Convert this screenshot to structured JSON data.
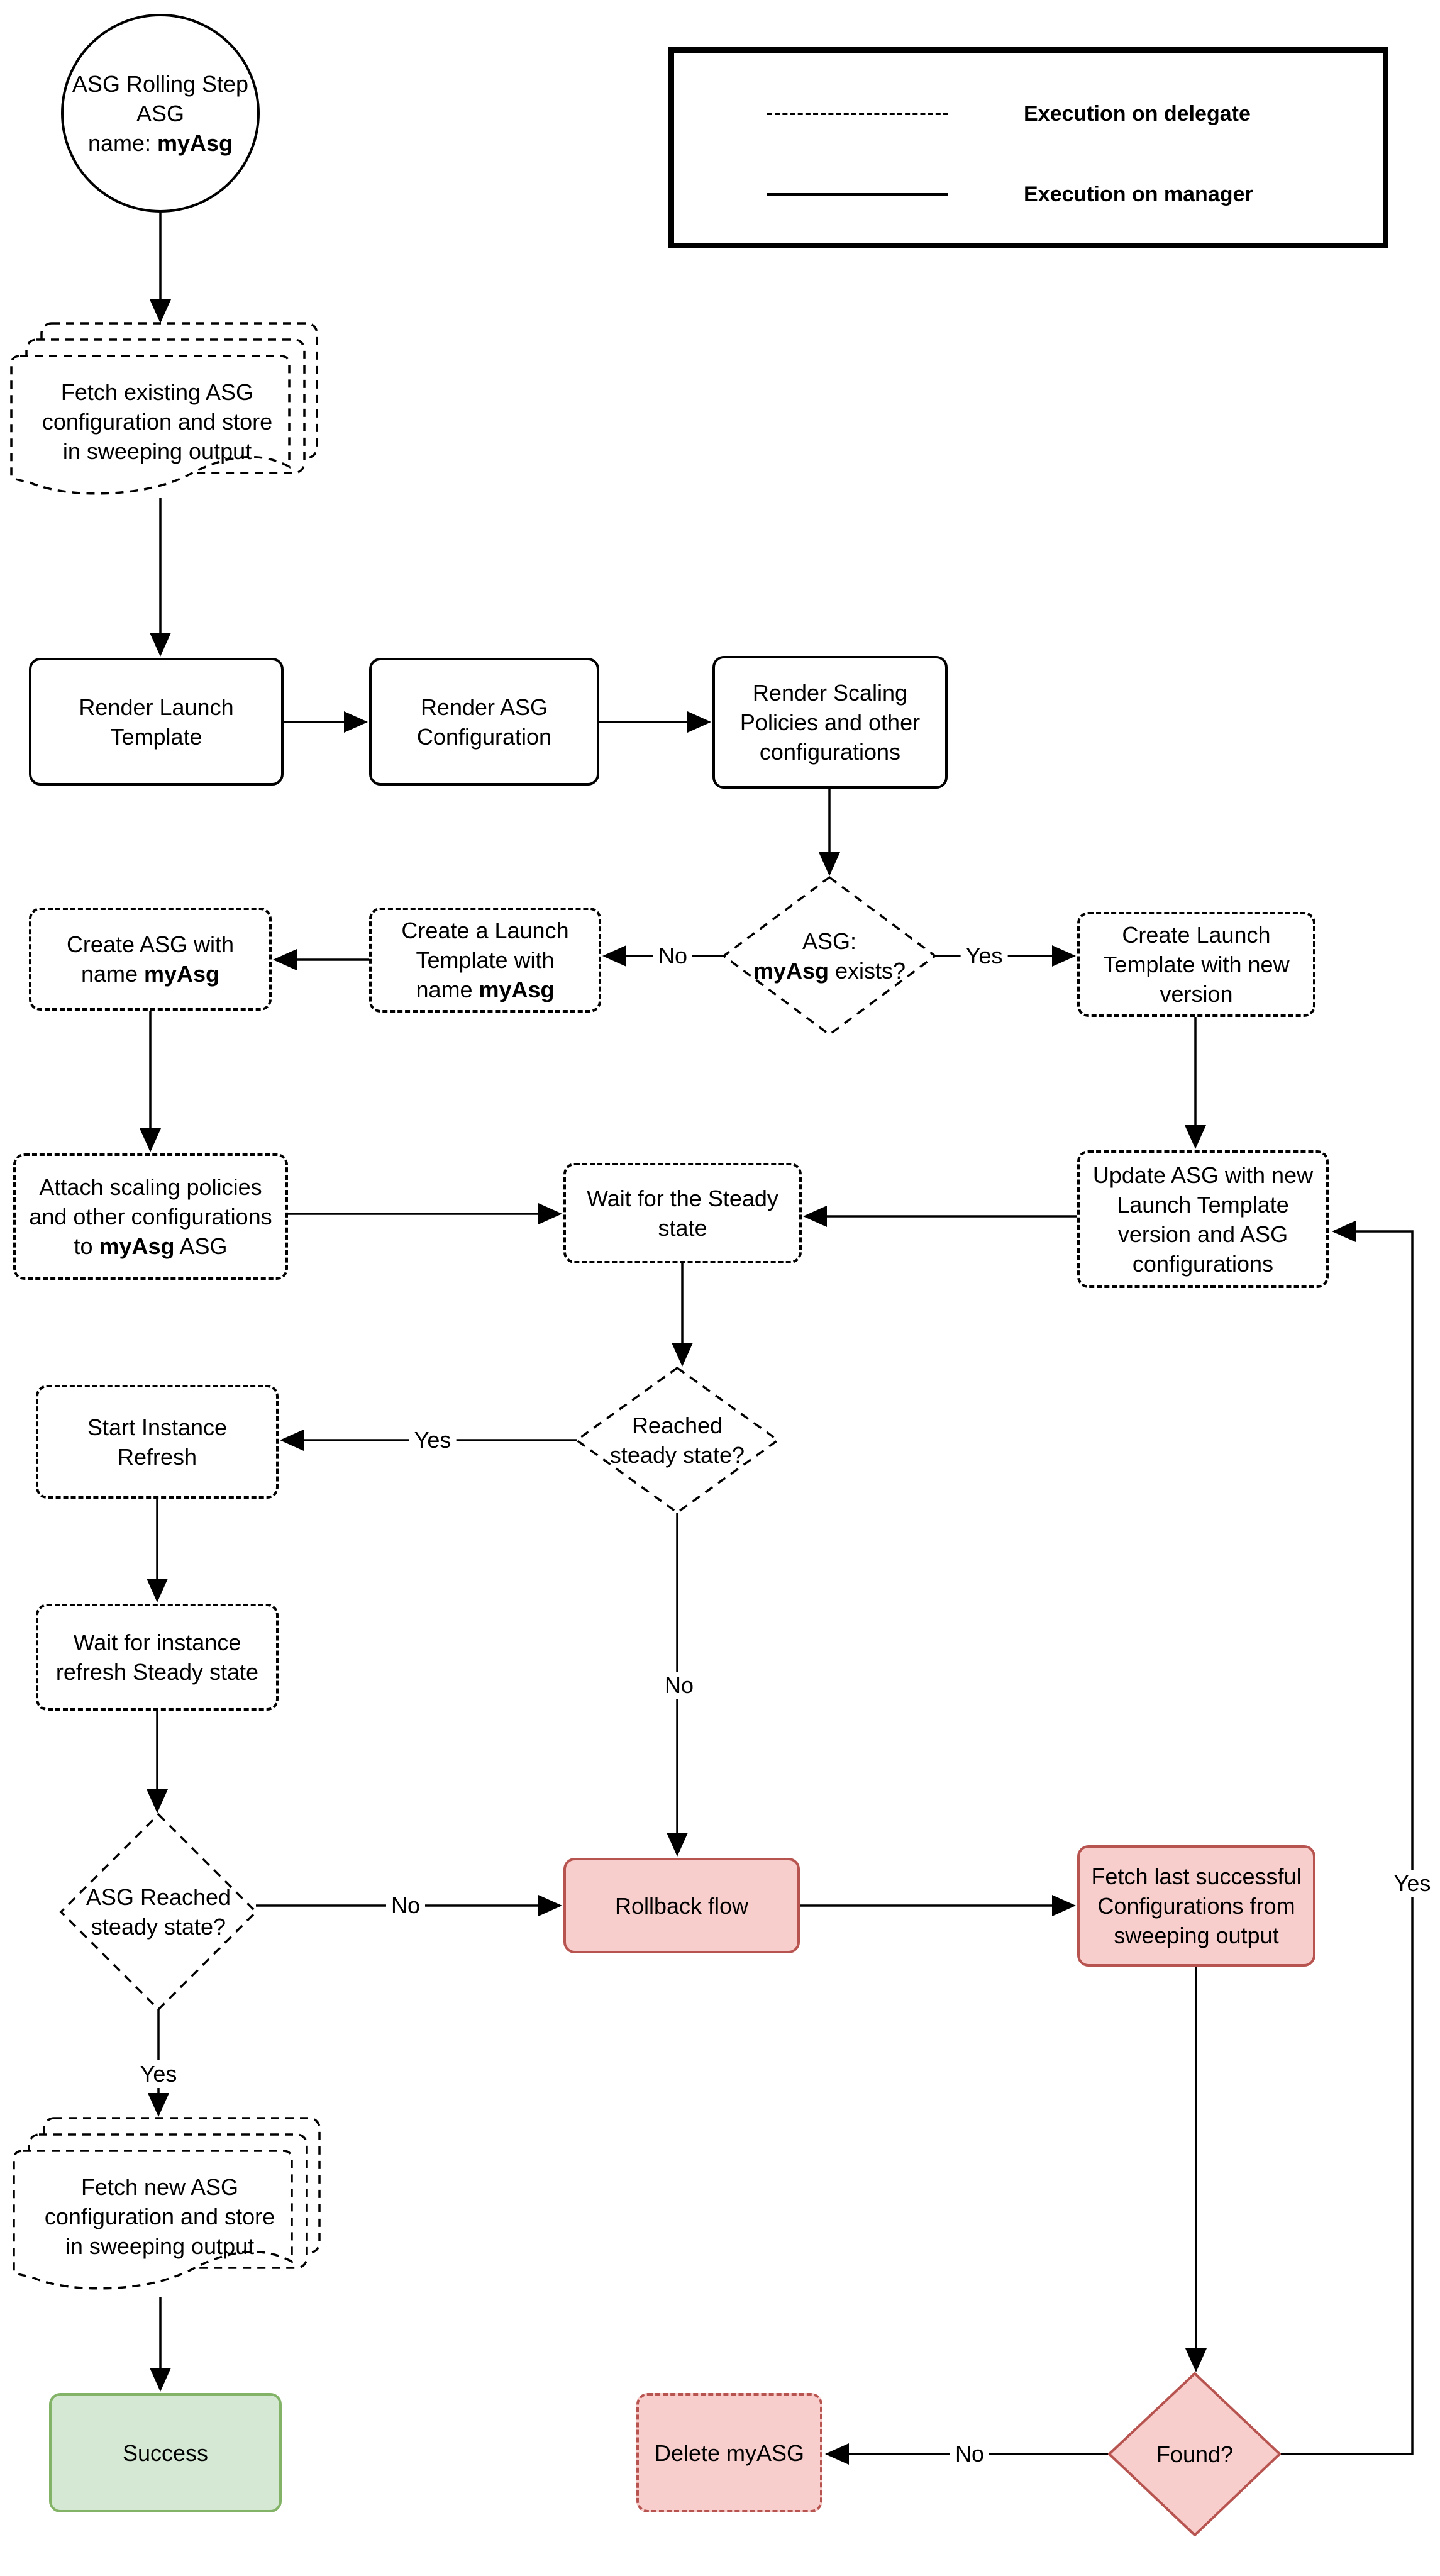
{
  "legend": {
    "delegate_label": "Execution on delegate",
    "manager_label": "Execution on manager"
  },
  "nodes": {
    "start_circle": {
      "line1": "ASG Rolling Step",
      "line2": "ASG",
      "line3_prefix": "name: ",
      "line3_bold": "myAsg"
    },
    "fetch_existing": {
      "line1": "Fetch existing ASG",
      "line2": "configuration and store",
      "line3": "in sweeping output"
    },
    "render_launch_template": {
      "line1": "Render Launch",
      "line2": "Template"
    },
    "render_asg_config": {
      "line1": "Render ASG",
      "line2": "Configuration"
    },
    "render_scaling": {
      "line1": "Render Scaling",
      "line2": "Policies and other",
      "line3": "configurations"
    },
    "asg_exists_decision": {
      "line1": "ASG:",
      "line2_bold": "myAsg",
      "line2_suffix": " exists?"
    },
    "create_launch_template_named": {
      "line1": "Create a Launch",
      "line2": "Template with",
      "line3_prefix": "name ",
      "line3_bold": "myAsg"
    },
    "create_asg": {
      "line1": "Create ASG with",
      "line2_prefix": "name ",
      "line2_bold": "myAsg"
    },
    "create_launch_template_new": {
      "line1": "Create Launch",
      "line2": "Template with new",
      "line3": "version"
    },
    "attach_policies": {
      "line1": "Attach scaling policies",
      "line2": "and other configurations",
      "line3_prefix": "to ",
      "line3_bold": "myAsg",
      "line3_suffix": " ASG"
    },
    "wait_steady": {
      "line1": "Wait for the Steady",
      "line2": "state"
    },
    "update_asg": {
      "line1": "Update ASG with new",
      "line2": "Launch Template",
      "line3": "version and ASG",
      "line4": "configurations"
    },
    "reached_steady_decision": {
      "line1": "Reached",
      "line2": "steady state?"
    },
    "start_instance_refresh": {
      "line1": "Start Instance",
      "line2": "Refresh"
    },
    "wait_instance_refresh": {
      "line1": "Wait for instance",
      "line2": "refresh Steady state"
    },
    "asg_reached_steady_decision": {
      "line1": "ASG Reached",
      "line2": "steady state?"
    },
    "rollback_flow": {
      "line1": "Rollback flow"
    },
    "fetch_last_success": {
      "line1": "Fetch last successful",
      "line2": "Configurations from",
      "line3": "sweeping output"
    },
    "fetch_new_asg": {
      "line1": "Fetch new ASG",
      "line2": "configuration and store",
      "line3": "in sweeping output"
    },
    "success": {
      "line1": "Success"
    },
    "delete_my_asg": {
      "line1": "Delete myASG"
    },
    "found_decision": {
      "line1": "Found?"
    }
  },
  "edge_labels": {
    "no_exists": "No",
    "yes_exists": "Yes",
    "yes_reached": "Yes",
    "no_reached": "No",
    "no_asg_reached": "No",
    "yes_asg_reached": "Yes",
    "no_found": "No",
    "yes_found": "Yes"
  },
  "colors": {
    "danger_fill": "#f8cecc",
    "danger_stroke": "#b85450",
    "success_fill": "#d5e8d4",
    "success_stroke": "#82b366",
    "line": "#000000"
  }
}
